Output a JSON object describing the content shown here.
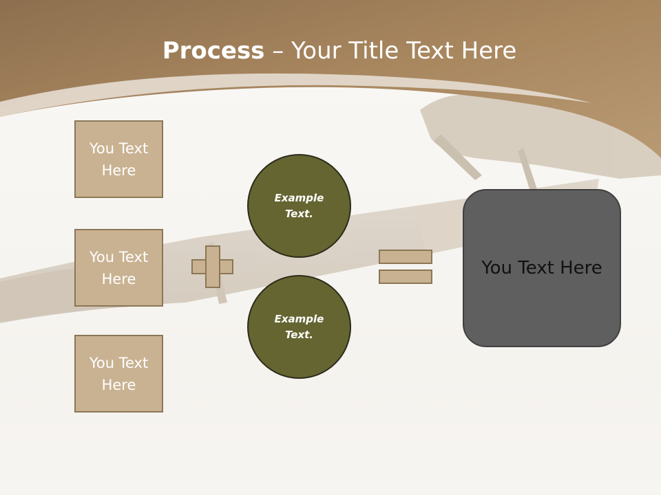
{
  "title": {
    "bold": "Process",
    "rest": " – Your Title Text Here"
  },
  "left_boxes": [
    {
      "label": "You Text Here"
    },
    {
      "label": "You Text Here"
    },
    {
      "label": "You Text Here"
    }
  ],
  "circles": [
    {
      "label": "Example Text."
    },
    {
      "label": "Example Text."
    }
  ],
  "result_box": {
    "label": "You Text Here"
  },
  "colors": {
    "header_brown": "#a07e5a",
    "box_fill": "#c9b292",
    "circle_fill": "#656532",
    "result_fill": "#5f5f5f"
  }
}
